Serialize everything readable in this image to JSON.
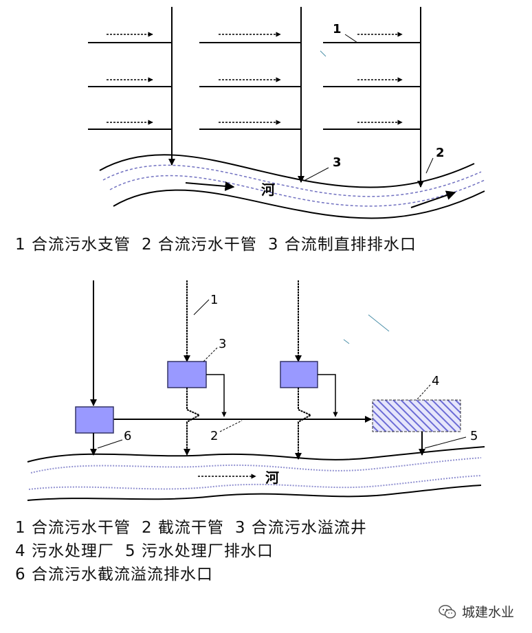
{
  "figure1": {
    "labels": [
      "1",
      "2",
      "3"
    ],
    "river_label": "河",
    "caption": [
      "1 合流污水支管",
      "2 合流污水干管",
      "3 合流制直排排水口"
    ]
  },
  "figure2": {
    "labels": [
      "1",
      "2",
      "3",
      "4",
      "5",
      "6"
    ],
    "river_label": "河",
    "caption_lines": [
      [
        "1 合流污水干管",
        "2 截流干管",
        "3 合流污水溢流井"
      ],
      [
        "4 污水处理厂",
        "5 污水处理厂排水口"
      ],
      [
        "6 合流污水截流溢流排水口"
      ]
    ]
  },
  "watermark": {
    "text": "城建水业",
    "icon": "wechat-icon"
  },
  "colors": {
    "pipe": "#000000",
    "box_fill": "#9999ff",
    "box_stroke": "#333366",
    "hatch": "#6b6bd6",
    "river_dash": "#7070c0"
  }
}
